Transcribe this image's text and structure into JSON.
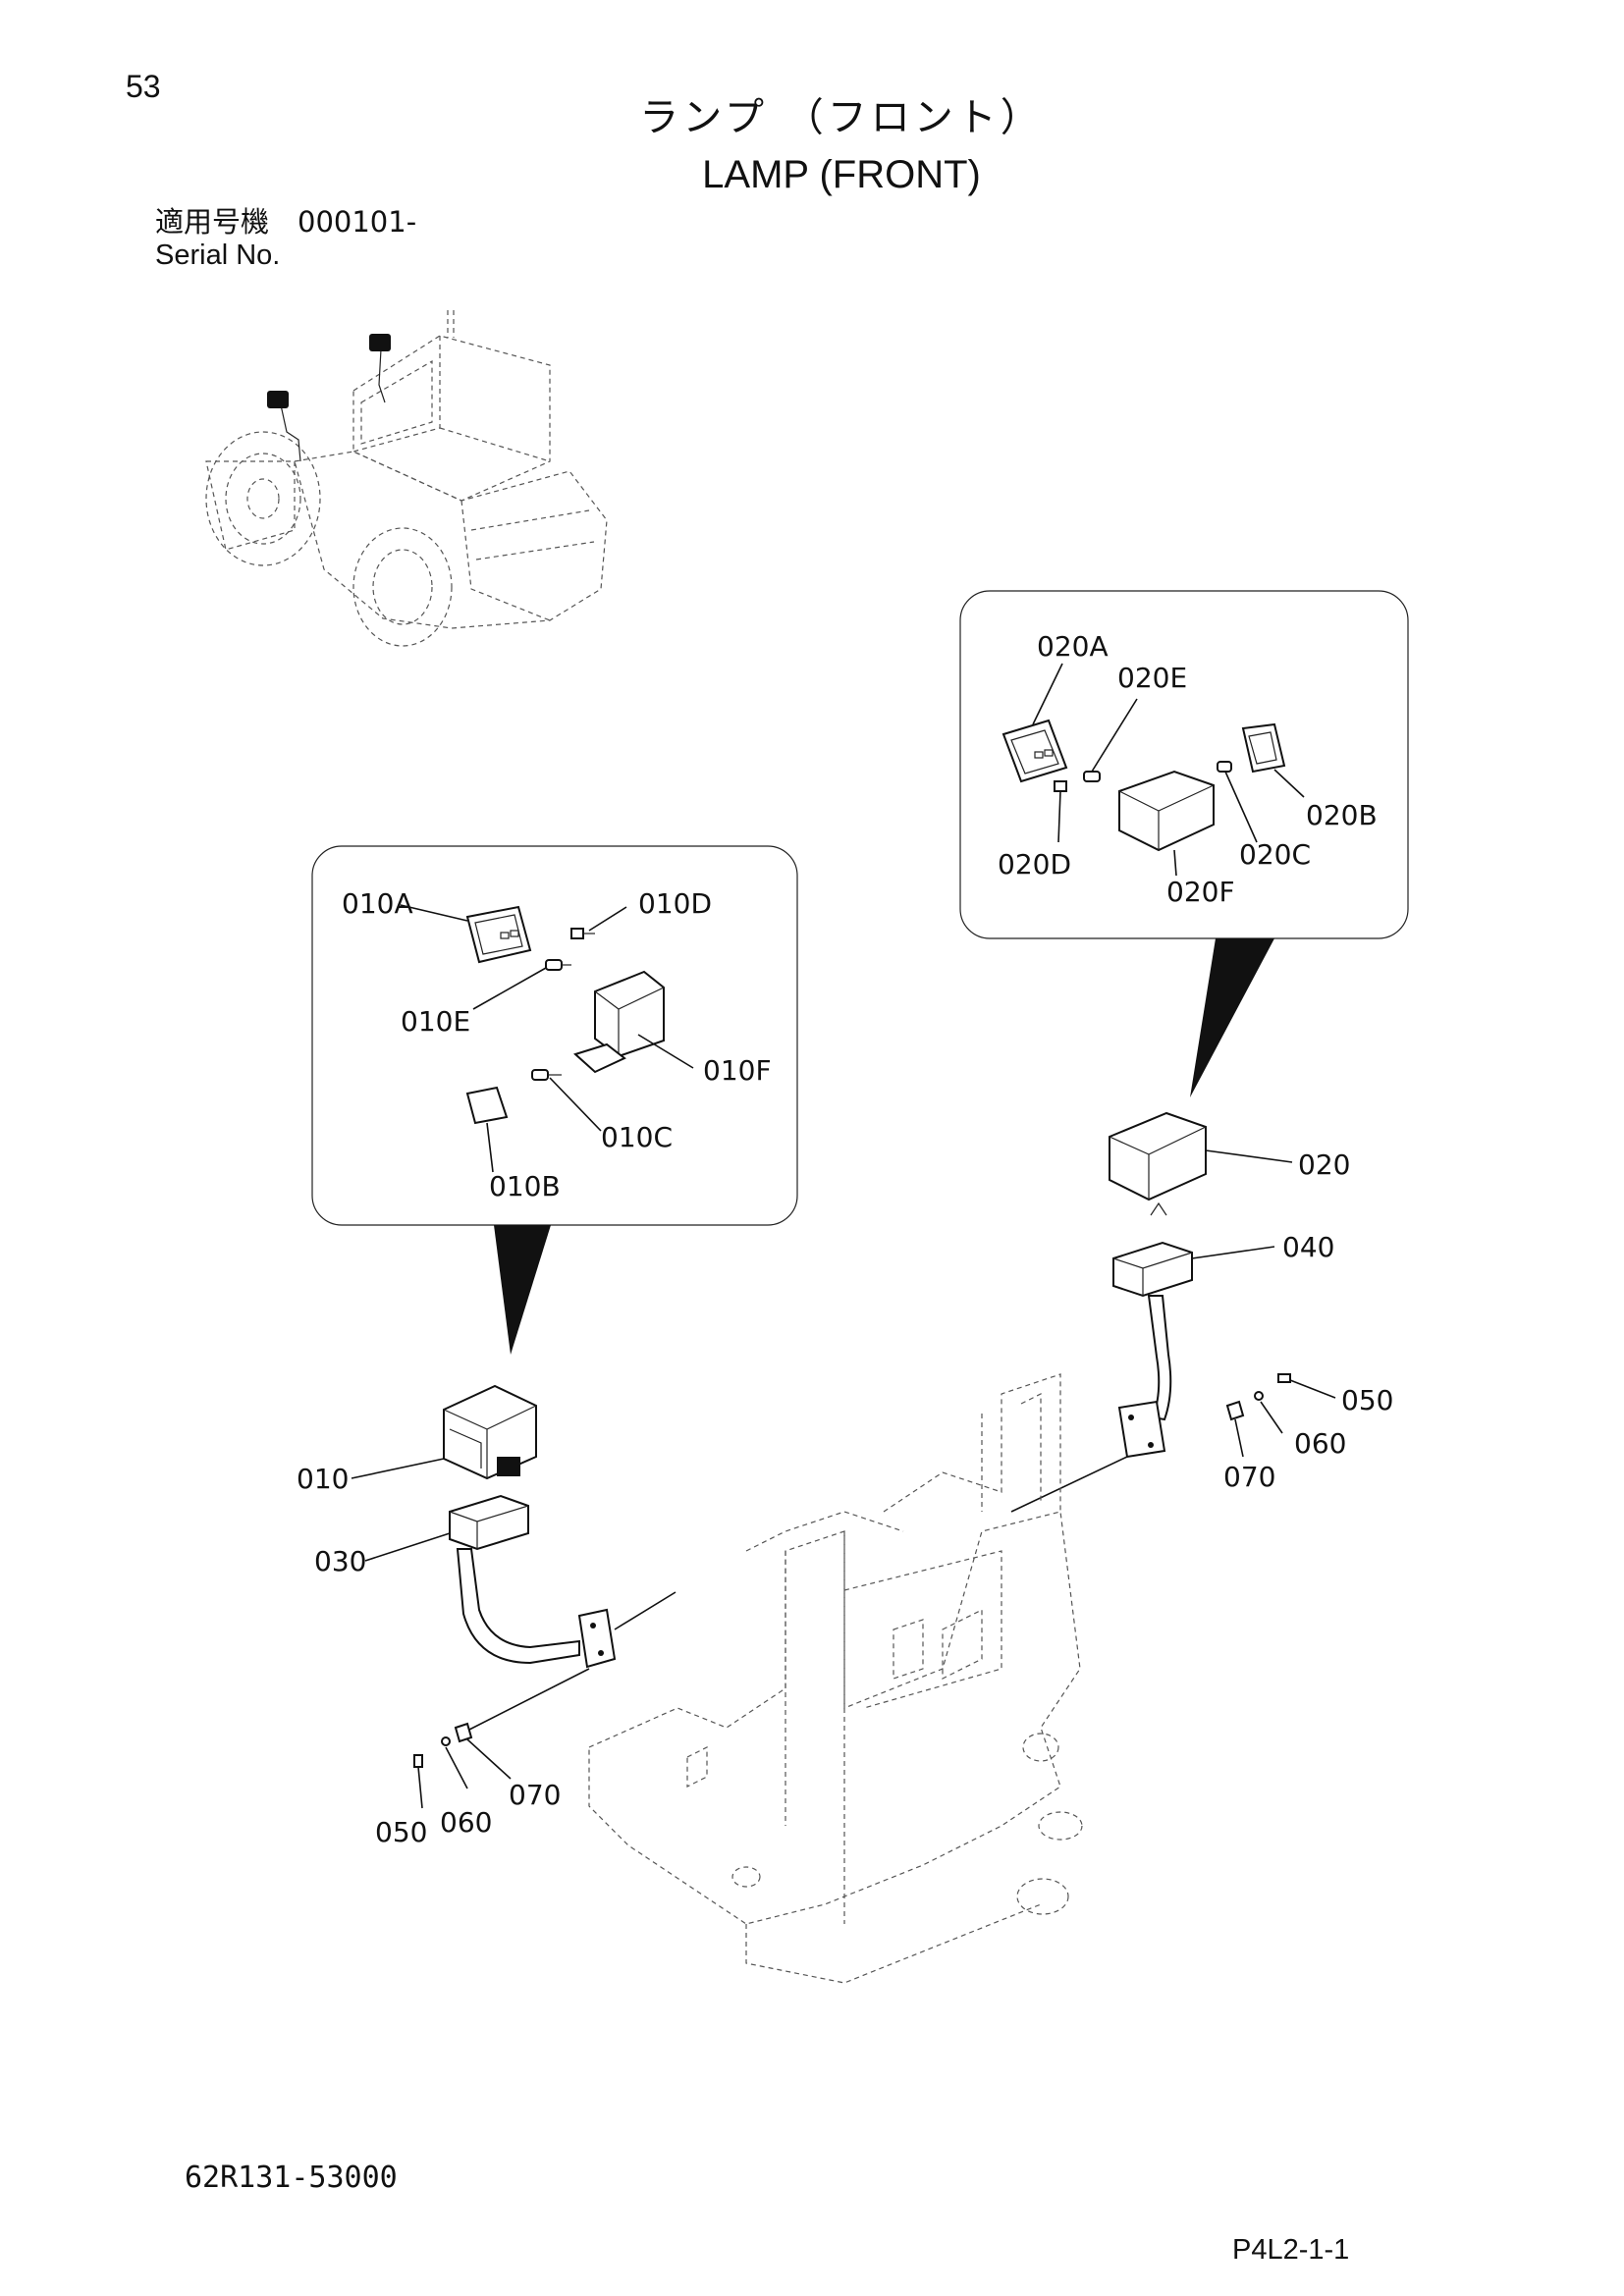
{
  "page": {
    "number": "53",
    "title_jp": "ランプ （フロント）",
    "title_en": "LAMP (FRONT)",
    "serial_jp": "適用号機　000101-",
    "serial_en": "Serial No.",
    "doc_code": "62R131-53000",
    "page_ref": "P4L2-1-1"
  },
  "callouts": {
    "p010": "010",
    "p020": "020",
    "p030": "030",
    "p040": "040",
    "p050_left": "050",
    "p050_right": "050",
    "p060_left": "060",
    "p060_right": "060",
    "p070_left": "070",
    "p070_right": "070",
    "p010A": "010A",
    "p010B": "010B",
    "p010C": "010C",
    "p010D": "010D",
    "p010E": "010E",
    "p010F": "010F",
    "p020A": "020A",
    "p020B": "020B",
    "p020C": "020C",
    "p020D": "020D",
    "p020E": "020E",
    "p020F": "020F"
  }
}
